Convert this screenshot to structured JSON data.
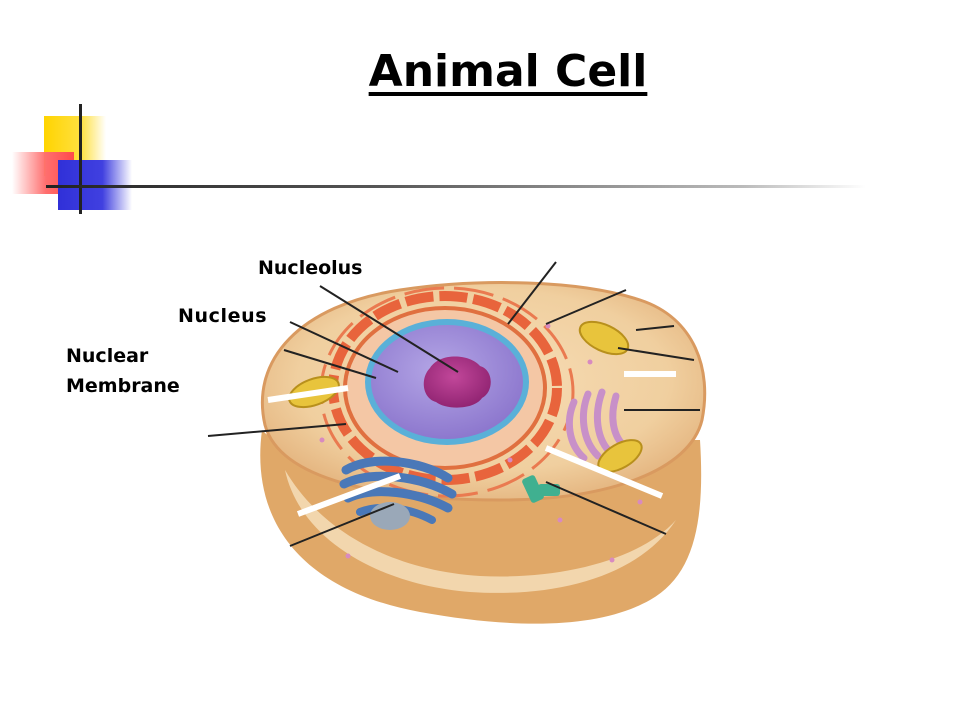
{
  "title": "Animal Cell",
  "labels": {
    "nucleolus": "Nucleolus",
    "nucleus": "Nucleus",
    "nuclear_membrane": "Nuclear\nMembrane"
  },
  "colors": {
    "cytoplasm": "#f0cfa0",
    "cell_rim": "#d99a60",
    "nucleus": "#9c88d8",
    "nucleolus": "#a02c7c",
    "nuclear_envelope": "#5ab0d8",
    "rough_er": "#e8643c",
    "golgi_blue": "#4a78b8",
    "golgi_pink": "#c890c8",
    "mitochondria": "#e8c43c",
    "centrosome": "#40b090"
  },
  "deco": {
    "colors": [
      "#ffd400",
      "#ff4a4a",
      "#3030d8"
    ]
  }
}
